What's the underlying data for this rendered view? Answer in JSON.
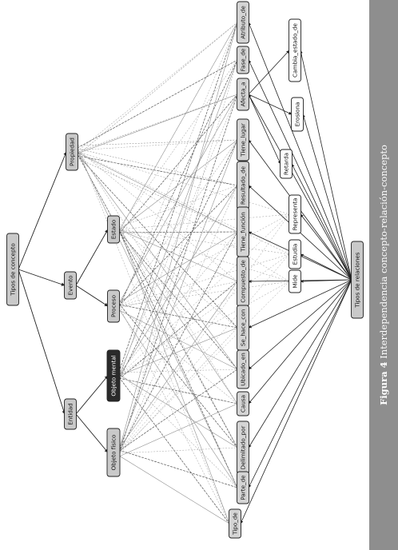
{
  "figure": {
    "caption_prefix": "Figura 4",
    "caption_text": "Interdependencia concepto-relación-concepto"
  },
  "nodes": {
    "tipos_concepto": "Tipos de concepto",
    "propiedad": "Propiedad",
    "evento": "Evento",
    "entidad": "Entidad",
    "estado": "Estado",
    "proceso": "Proceso",
    "objeto_mental": "Objeto mental",
    "objeto_fisico": "Objeto físico",
    "atributo_de": "Atributo_de",
    "fase_de": "Fase_de",
    "afecta_a": "Afecta_a",
    "tiene_lugar": "Tiene_lugar",
    "resultado_de": "Resultado_de",
    "tiene_funcion": "Tiene_función",
    "compuesto_de": "Compuesto_de",
    "se_hace_con": "Se_hace_con",
    "ubicado_en": "Ubicado_en",
    "causa": "Causa",
    "delimitado_por": "Delimitado_por",
    "parte_de": "Parte_de",
    "tipo_de": "Tipo_de",
    "cambia_estado_de": "Cambia_estado_de",
    "erosiona": "Erosiona",
    "retarda": "Retarda",
    "representa": "Representa",
    "estudia": "Estudia",
    "mide": "Mide",
    "tipos_relaciones": "Tipos de relaciones"
  },
  "colors": {
    "node_fill": "#c9c9c9",
    "node_dark_fill": "#2a2a2a",
    "rel_fill": "#d4d4d4",
    "leaf_fill": "#ffffff",
    "caption_bg": "#8e8e8e"
  }
}
